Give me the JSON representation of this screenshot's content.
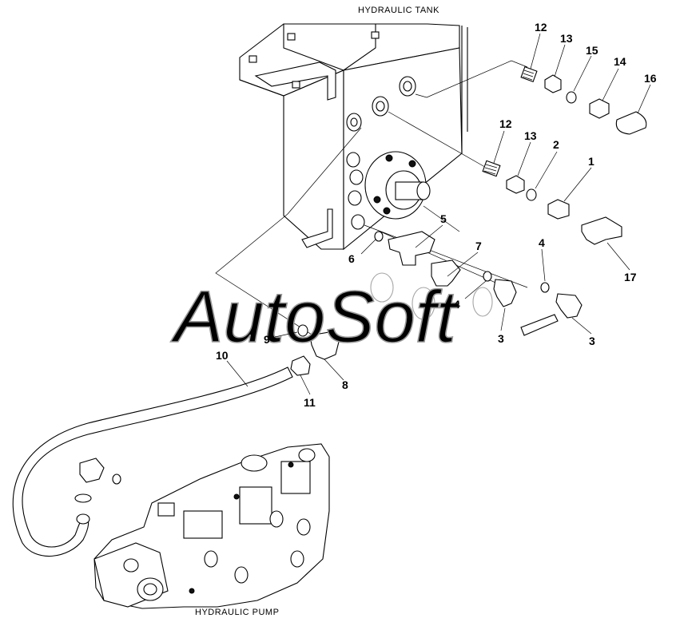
{
  "captions": {
    "tank": "HYDRAULIC TANK",
    "pump": "HYDRAULIC PUMP"
  },
  "watermark": "AutoSoft",
  "callouts": {
    "c1": "1",
    "c2": "2",
    "c3a": "3",
    "c3b": "3",
    "c4a": "4",
    "c4b": "4",
    "c5": "5",
    "c6": "6",
    "c7": "7",
    "c8": "8",
    "c9": "9",
    "c10": "10",
    "c11": "11",
    "c12a": "12",
    "c12b": "12",
    "c13a": "13",
    "c13b": "13",
    "c14": "14",
    "c15": "15",
    "c16": "16",
    "c17": "17"
  }
}
